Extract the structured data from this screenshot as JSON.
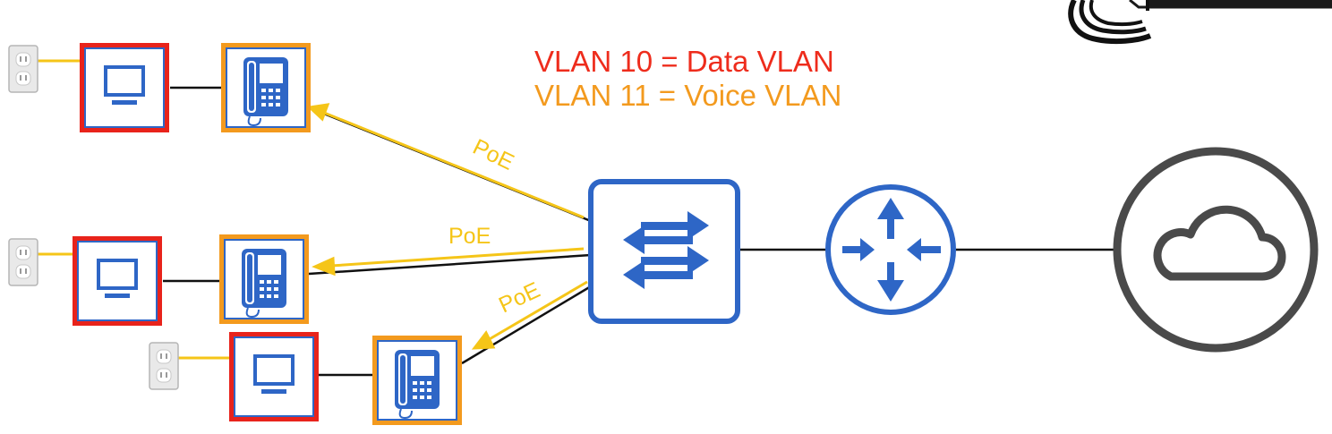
{
  "legend": {
    "data_vlan": "VLAN 10 = Data VLAN",
    "voice_vlan": "VLAN 11 = Voice VLAN"
  },
  "links": {
    "poe_label": "PoE"
  },
  "colors": {
    "data_vlan": "#ee2c1c",
    "voice_vlan": "#f39a1e",
    "poe": "#f5c518",
    "device_blue": "#2e66c6",
    "cloud_gray": "#4a4a4a"
  },
  "icons": [
    "power-outlet-icon",
    "pc-monitor-icon",
    "ip-phone-icon",
    "switch-icon",
    "router-icon",
    "cloud-icon",
    "phone-handset-cord-icon"
  ]
}
